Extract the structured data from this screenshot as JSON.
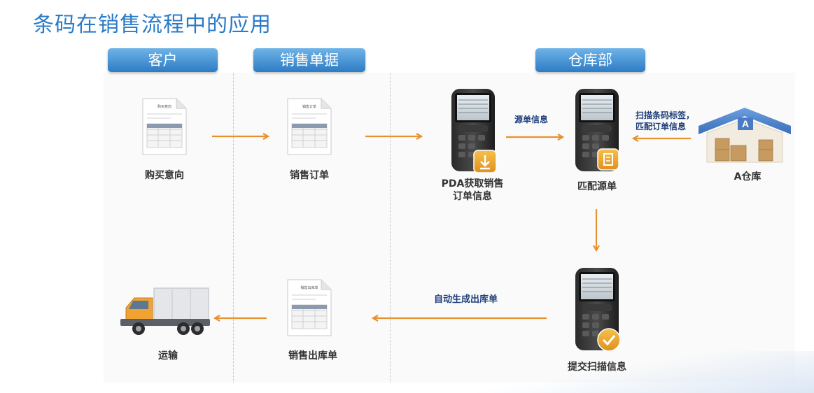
{
  "title": "条码在销售流程中的应用",
  "lanes": {
    "customer": "客户",
    "sales_docs": "销售单据",
    "warehouse": "仓库部"
  },
  "nodes": {
    "purchase_intent": {
      "label": "购买意向",
      "doc_heading": "购买意向"
    },
    "sales_order": {
      "label": "销售订单",
      "doc_heading": "销售订单"
    },
    "pda_get_order": {
      "label_line1": "PDA获取销售",
      "label_line2": "订单信息"
    },
    "match_source": {
      "label": "匹配源单"
    },
    "warehouse_a": {
      "label": "A仓库",
      "sign": "A"
    },
    "submit_scan": {
      "label": "提交扫描信息"
    },
    "outbound_order": {
      "label": "销售出库单",
      "doc_heading": "销售出库单"
    },
    "transport": {
      "label": "运输"
    }
  },
  "edges": {
    "source_info": "源单信息",
    "scan_label_line1": "扫描条码标签，",
    "scan_label_line2": "匹配订单信息",
    "auto_generate": "自动生成出库单"
  },
  "colors": {
    "title": "#2a7bc8",
    "arrow": "#e8912f",
    "header": "#3c8ad0",
    "edge_label": "#1e3f7a"
  }
}
